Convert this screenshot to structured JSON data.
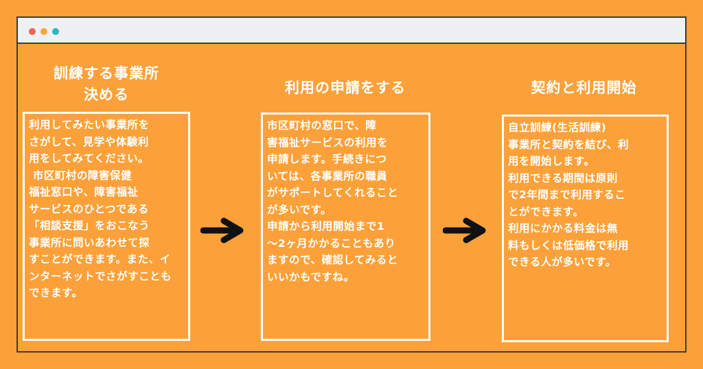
{
  "window": {
    "dots": [
      {
        "name": "close",
        "color": "#EE6352"
      },
      {
        "name": "minimize",
        "color": "#F7A541"
      },
      {
        "name": "maximize",
        "color": "#2BB7C4"
      }
    ]
  },
  "steps": [
    {
      "heading_lines": [
        "訓練する事業所",
        "決める"
      ],
      "body_lines": [
        "利用してみたい事業所を",
        "さがして、見学や体験利",
        "用をしてみてください。",
        " 市区町村の障害保健",
        "福祉窓口や、障害福祉",
        "サービスのひとつである",
        "「相談支援」をおこなう",
        "事業所に問いあわせて探",
        "すことができます。また、イ",
        "ンターネットでさがすことも",
        "できます。"
      ]
    },
    {
      "heading_lines": [
        "利用の申請をする"
      ],
      "body_lines": [
        "市区町村の窓口で、障",
        "害福祉サービスの利用を",
        "申請します。手続きにつ",
        "いては、各事業所の職員",
        "がサポートしてくれること",
        "が多いです。",
        "申請から利用開始まで1",
        "〜2ヶ月かかることもあり",
        "ますので、確認してみると",
        "いいかもですね。"
      ]
    },
    {
      "heading_lines": [
        "契約と利用開始"
      ],
      "body_lines": [
        "自立訓練(生活訓練)",
        "事業所と契約を結び、利",
        "用を開始します。",
        "利用できる期間は原則",
        "で2年間まで利用するこ",
        "とができます。",
        "利用にかかる料金は無",
        "料もしくは低価格で利用",
        "できる人が多いです。"
      ]
    }
  ],
  "colors": {
    "background": "#FCA13A",
    "text": "#FFFFFF",
    "arrow": "#111111",
    "titlebar": "#EEF0F2"
  }
}
